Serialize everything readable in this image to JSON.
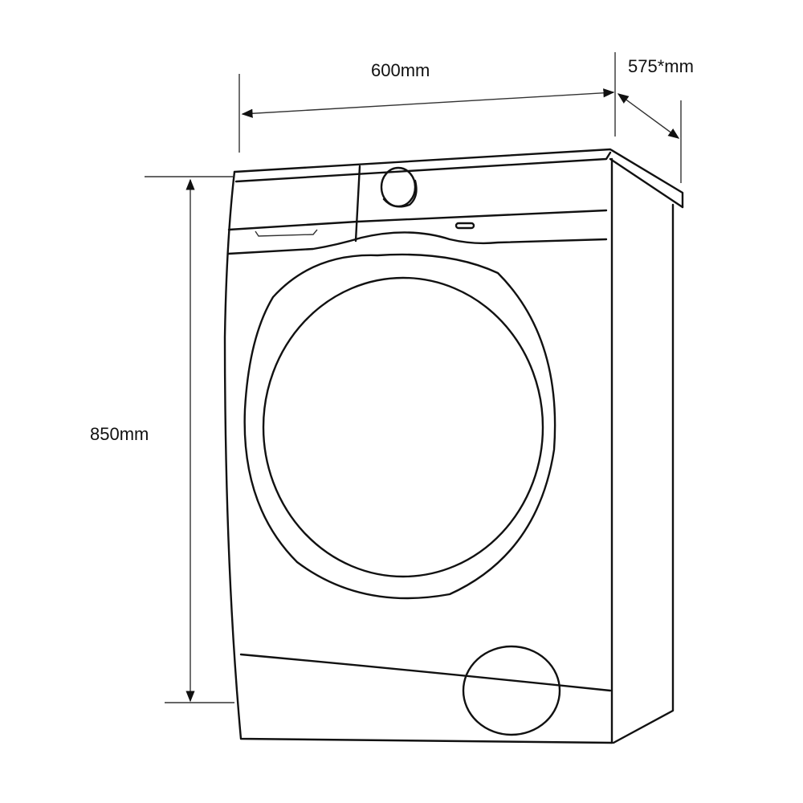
{
  "title": "Washing machine dimensions diagram",
  "dimensions": {
    "width": "600mm",
    "depth": "575*mm",
    "height": "850mm"
  },
  "colors": {
    "line": "#111111",
    "background": "#ffffff"
  }
}
